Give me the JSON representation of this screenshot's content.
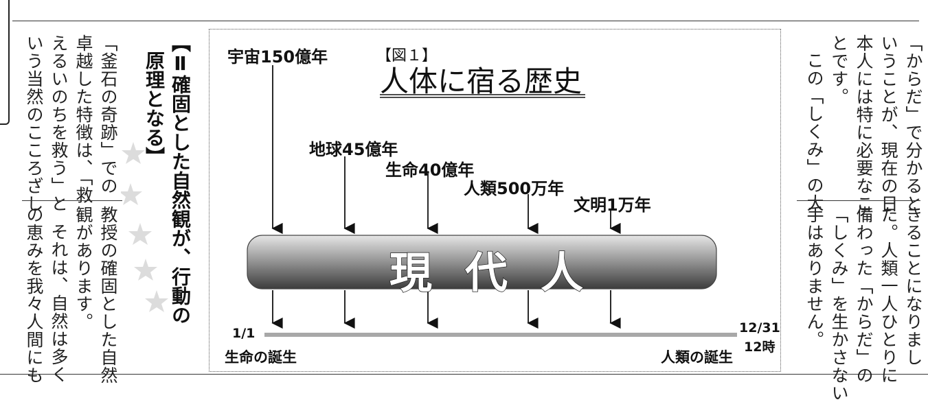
{
  "left_columns": {
    "col1": "「釜石の奇跡」での",
    "col2": "卓越した特徴は、「救",
    "col3": "えるいのちを救う」と",
    "col4": "いう当然のこころざし"
  },
  "left_lower_columns": {
    "col1": "教授の確固とした自然",
    "col2": "観があります。",
    "col3": "それは、自然は多く",
    "col4": "の恵みを我々人間にも"
  },
  "heading": {
    "line1": "【Ⅱ確固とした自然観が、行動の",
    "line2": "原理となる】"
  },
  "figure": {
    "label": "【図１】",
    "title": "人体に宿る歴史",
    "bar_text": "現代人",
    "start_date": "1/1",
    "start_caption": "生命の誕生",
    "end_date": "12/31",
    "end_time": "12時",
    "end_caption": "人類の誕生",
    "eras": [
      {
        "label": "宇宙150億年"
      },
      {
        "label": "地球45億年"
      },
      {
        "label": "生命40億年"
      },
      {
        "label": "人類500万年"
      },
      {
        "label": "文明1万年"
      }
    ]
  },
  "right_columns": {
    "col1": "「からだ」で分かると",
    "col2": "いうことが、現在の日",
    "col3": "本人には特に必要なこ",
    "col4": "とです。",
    "col5": "この「しくみ」の大"
  },
  "right_lower_columns": {
    "col1": "きることになりまし",
    "col2": "た。人類一人ひとりに",
    "col3": "備わった「からだ」の",
    "col4": "「しくみ」を生かさない",
    "col5": "手はありません。"
  }
}
